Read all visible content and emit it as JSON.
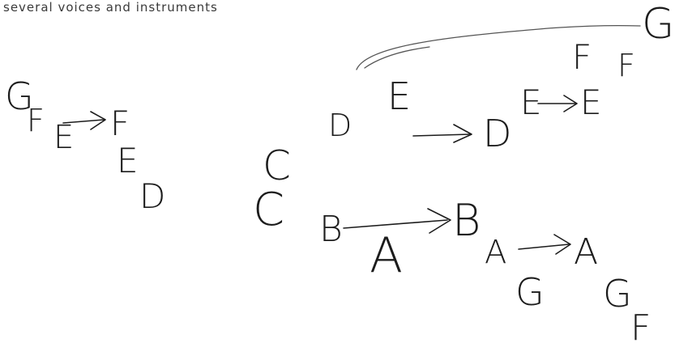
{
  "caption": "several voices and instruments",
  "notes": {
    "g1": "G",
    "f1": "F",
    "e1": "E",
    "f2": "F",
    "e2": "E",
    "d1": "D",
    "d2": "D",
    "e3": "E",
    "d3": "D",
    "e4": "E",
    "e5": "E",
    "f3": "F",
    "f4": "F",
    "g2": "G",
    "c1": "C",
    "c2": "C",
    "b1": "B",
    "a1": "A",
    "b2": "B",
    "a2": "A",
    "a3": "A",
    "g3": "G",
    "g4": "G",
    "f5": "F"
  },
  "colors": {
    "ink": "#1c1c1c",
    "paper": "#ffffff"
  }
}
